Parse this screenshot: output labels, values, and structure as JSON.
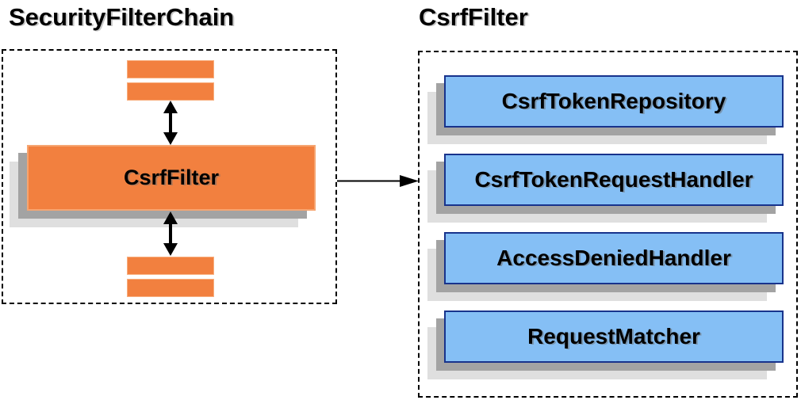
{
  "left_panel": {
    "title": "SecurityFilterChain",
    "filter_box_label": "CsrfFilter",
    "unlabeled_filter_bars": 4
  },
  "right_panel": {
    "title": "CsrfFilter",
    "components": [
      "CsrfTokenRepository",
      "CsrfTokenRequestHandler",
      "AccessDeniedHandler",
      "RequestMatcher"
    ]
  },
  "colors": {
    "filter_fill": "#F2803F",
    "filter_border": "#F6A571",
    "component_fill": "#85BFF5",
    "component_border": "#18338C",
    "shadow_dark": "#A3A3A3",
    "shadow_light": "#DFDFDF",
    "connector": "#000000",
    "text": "#000000"
  },
  "icons": {
    "vertical_double_arrow": "↕",
    "right_arrow": "→"
  }
}
